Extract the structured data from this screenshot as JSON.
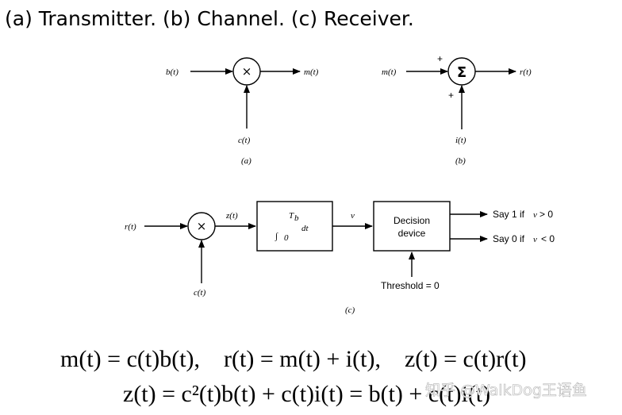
{
  "heading": "(a) Transmitter. (b) Channel. (c) Receiver.",
  "panel_a": {
    "input": "b(t)",
    "output": "m(t)",
    "carrier": "c(t)",
    "operator": "×",
    "caption": "(a)"
  },
  "panel_b": {
    "input": "m(t)",
    "output": "r(t)",
    "interference": "i(t)",
    "operator": "Σ",
    "plus_top": "+",
    "plus_bottom": "+",
    "caption": "(b)"
  },
  "panel_c": {
    "input": "r(t)",
    "operator": "×",
    "carrier": "c(t)",
    "mixer_output": "z(t)",
    "integral_symbol": "∫",
    "integral_upper": "T",
    "integral_upper_sub": "b",
    "integral_lower": "0",
    "integral_dt": "dt",
    "integrator_output": "v",
    "decision_line1": "Decision",
    "decision_line2": "device",
    "threshold": "Threshold = 0",
    "out1_prefix": "Say 1 if",
    "out1_var": "v",
    "out1_cond": "> 0",
    "out0_prefix": "Say 0 if",
    "out0_var": "v",
    "out0_cond": "< 0",
    "caption": "(c)"
  },
  "equations": {
    "line1": "m(t) = c(t)b(t),    r(t) = m(t) + i(t),    z(t) = c(t)r(t)",
    "line2": "z(t) = c²(t)b(t) + c(t)i(t) = b(t) + c(t)i(t)"
  },
  "watermark": "知乎 @WalkDog王语鱼"
}
